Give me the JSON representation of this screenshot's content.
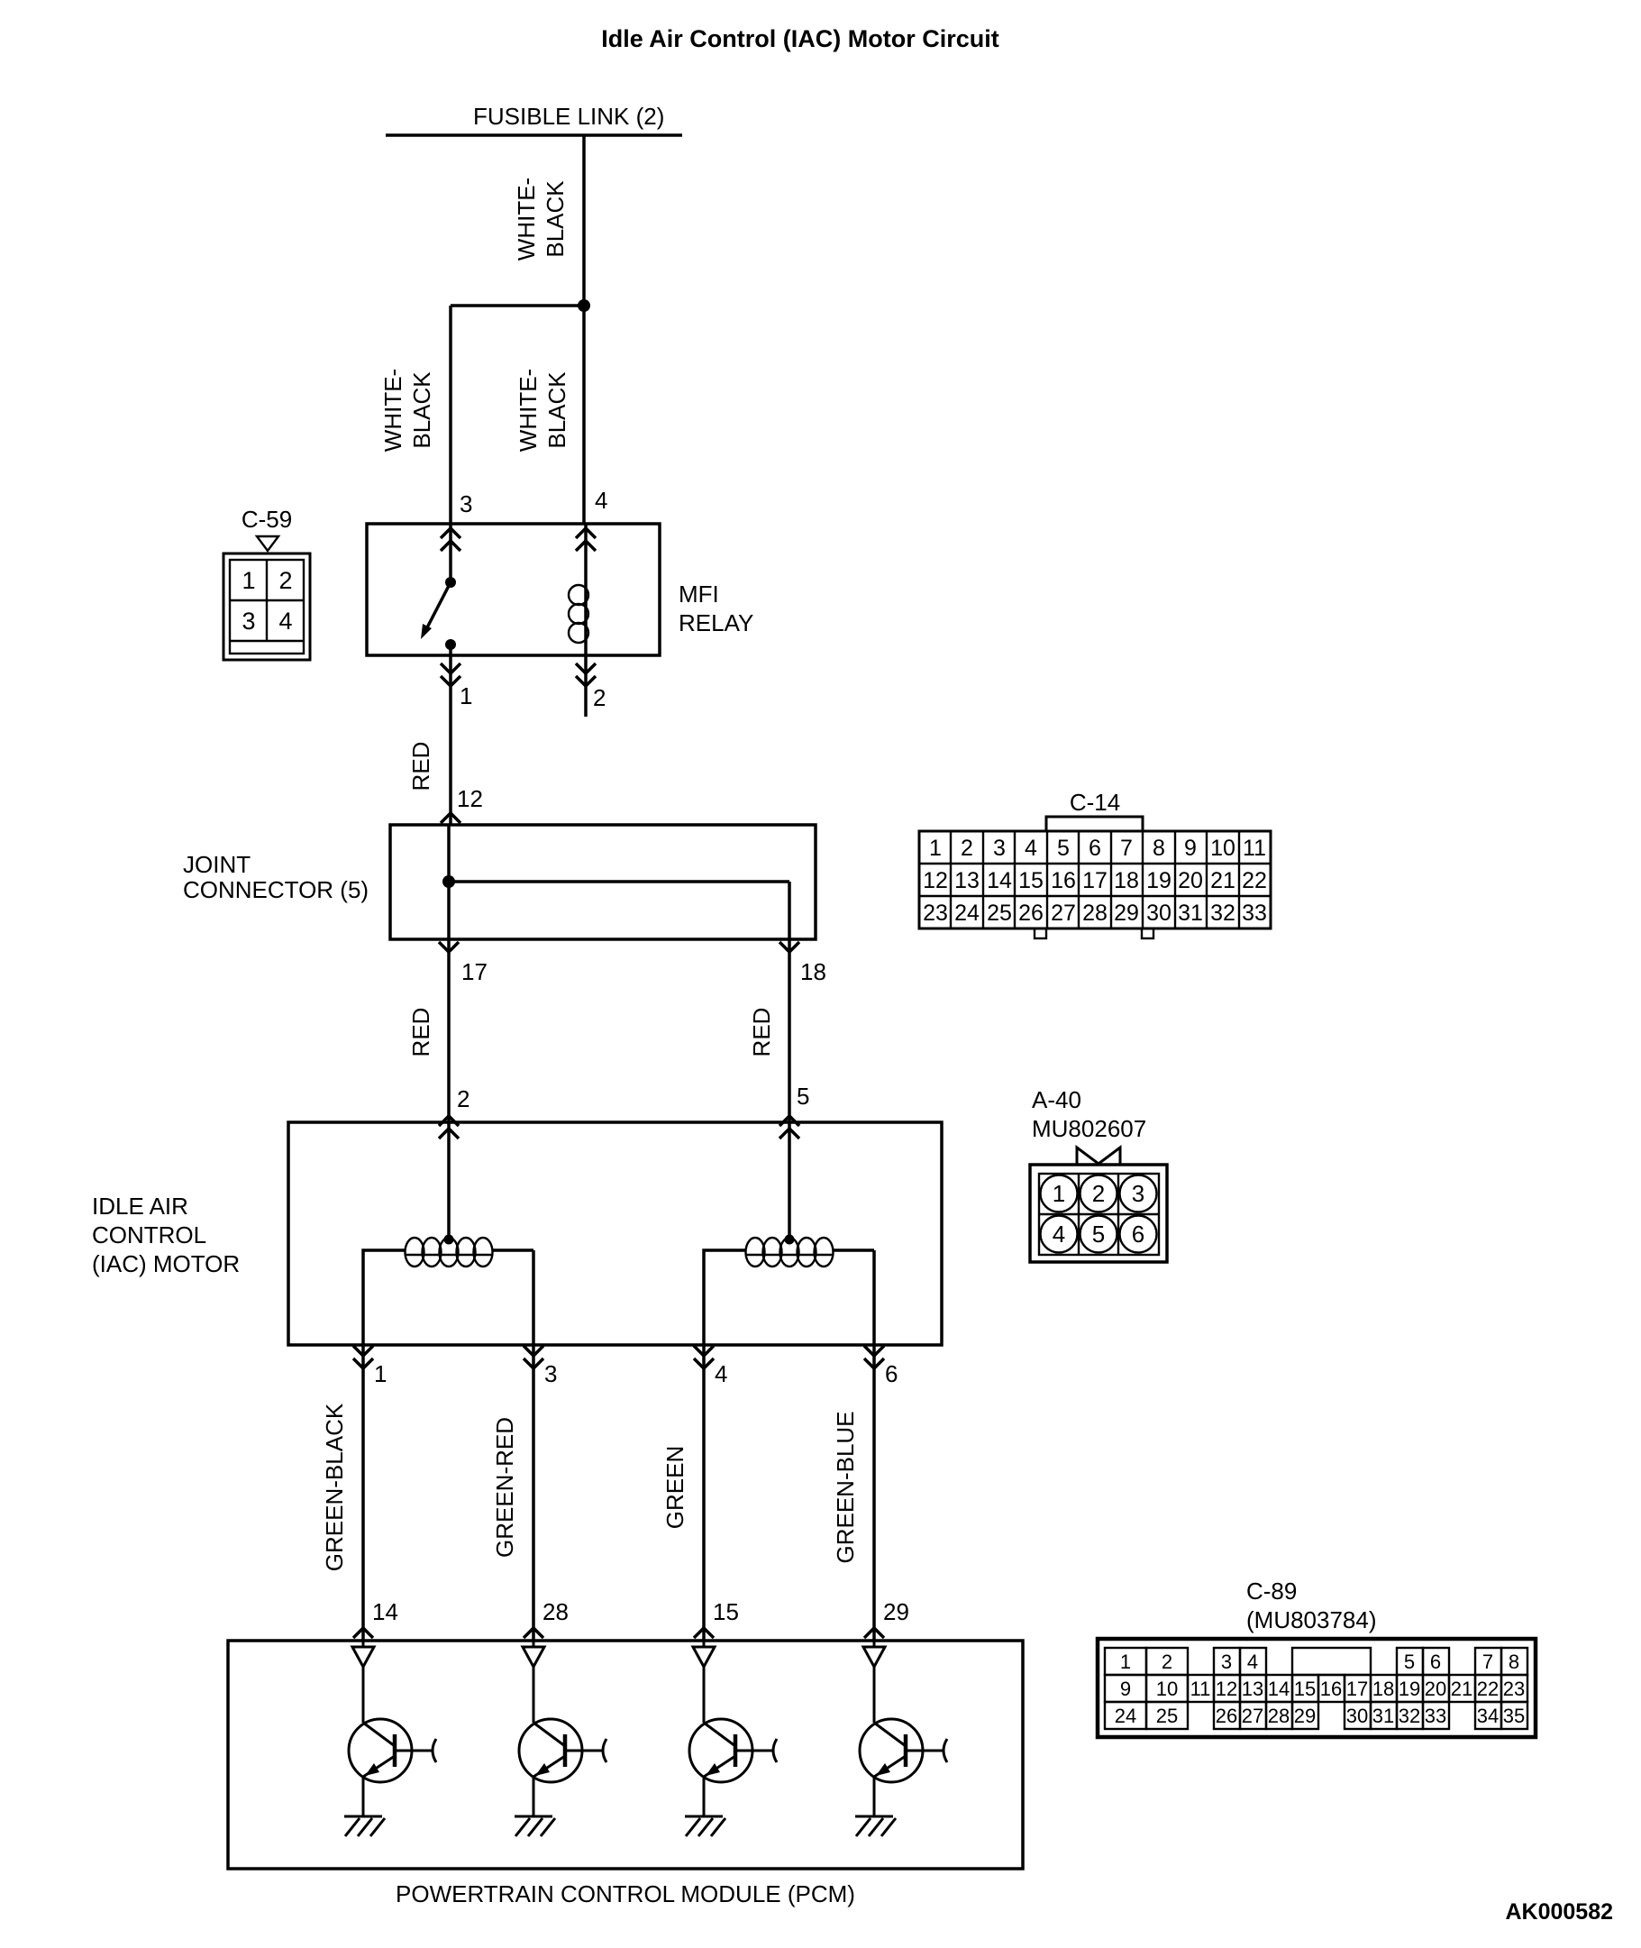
{
  "title": "Idle Air Control (IAC) Motor Circuit",
  "figure_code": "AK000582",
  "fusible_link": {
    "label": "FUSIBLE LINK (2)"
  },
  "wire_colors": {
    "white_black_1": "WHITE-",
    "white_black_2": "BLACK",
    "red": "RED",
    "green_black": "GREEN-BLACK",
    "green_red": "GREEN-RED",
    "green": "GREEN",
    "green_blue": "GREEN-BLUE"
  },
  "components": {
    "mfi_relay": {
      "line1": "MFI",
      "line2": "RELAY"
    },
    "joint_connector": {
      "line1": "JOINT",
      "line2": "CONNECTOR (5)"
    },
    "iac_motor": {
      "line1": "IDLE AIR",
      "line2": "CONTROL",
      "line3": "(IAC) MOTOR"
    },
    "pcm": {
      "name": "POWERTRAIN CONTROL MODULE (PCM)"
    }
  },
  "pins": {
    "relay_top": [
      "3",
      "4"
    ],
    "relay_bottom": [
      "1",
      "2"
    ],
    "joint_in": "12",
    "joint_out": [
      "17",
      "18"
    ],
    "iac_in": [
      "2",
      "5"
    ],
    "iac_out": [
      "1",
      "3",
      "4",
      "6"
    ],
    "pcm_in": [
      "14",
      "28",
      "15",
      "29"
    ]
  },
  "connectors": {
    "c59": {
      "label": "C-59",
      "cells": [
        "1",
        "2",
        "3",
        "4"
      ]
    },
    "c14": {
      "label": "C-14",
      "rows": [
        [
          "1",
          "2",
          "3",
          "4",
          "5",
          "6",
          "7",
          "8",
          "9",
          "10",
          "11"
        ],
        [
          "12",
          "13",
          "14",
          "15",
          "16",
          "17",
          "18",
          "19",
          "20",
          "21",
          "22"
        ],
        [
          "23",
          "24",
          "25",
          "26",
          "27",
          "28",
          "29",
          "30",
          "31",
          "32",
          "33"
        ]
      ]
    },
    "a40": {
      "label": "A-40",
      "part": "MU802607",
      "cells": [
        "1",
        "2",
        "3",
        "4",
        "5",
        "6"
      ]
    },
    "c89": {
      "label": "C-89",
      "part": "(MU803784)",
      "row1": [
        "1",
        "2",
        "3",
        "4",
        "5",
        "6",
        "7",
        "8"
      ],
      "row2": [
        "9",
        "10",
        "11",
        "12",
        "13",
        "14",
        "15",
        "16",
        "17",
        "18",
        "19",
        "20",
        "21",
        "22",
        "23"
      ],
      "row3": [
        "24",
        "25",
        "26",
        "27",
        "28",
        "29",
        "30",
        "31",
        "32",
        "33",
        "34",
        "35"
      ]
    }
  }
}
